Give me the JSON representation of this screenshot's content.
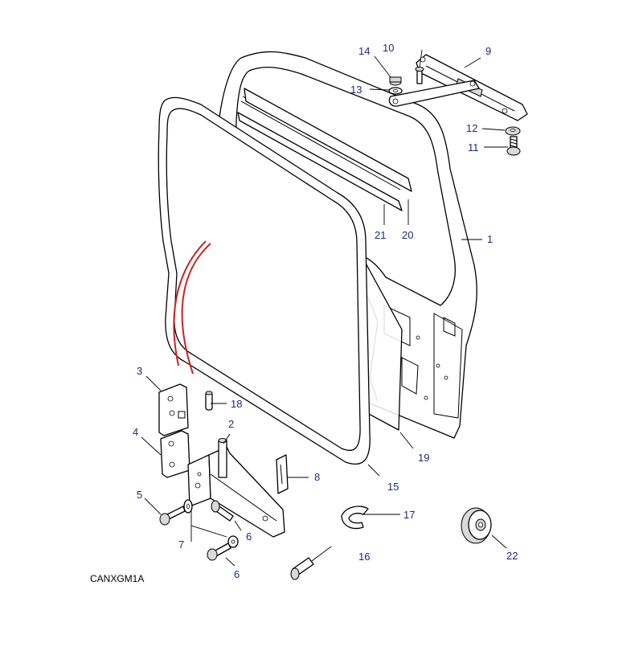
{
  "diagram": {
    "code": "CANXGM1A",
    "accent_color": "#cc2222",
    "callouts": [
      "1",
      "2",
      "3",
      "4",
      "5",
      "6",
      "6",
      "7",
      "8",
      "9",
      "10",
      "11",
      "12",
      "13",
      "14",
      "15",
      "16",
      "17",
      "18",
      "19",
      "20",
      "21",
      "22"
    ]
  }
}
